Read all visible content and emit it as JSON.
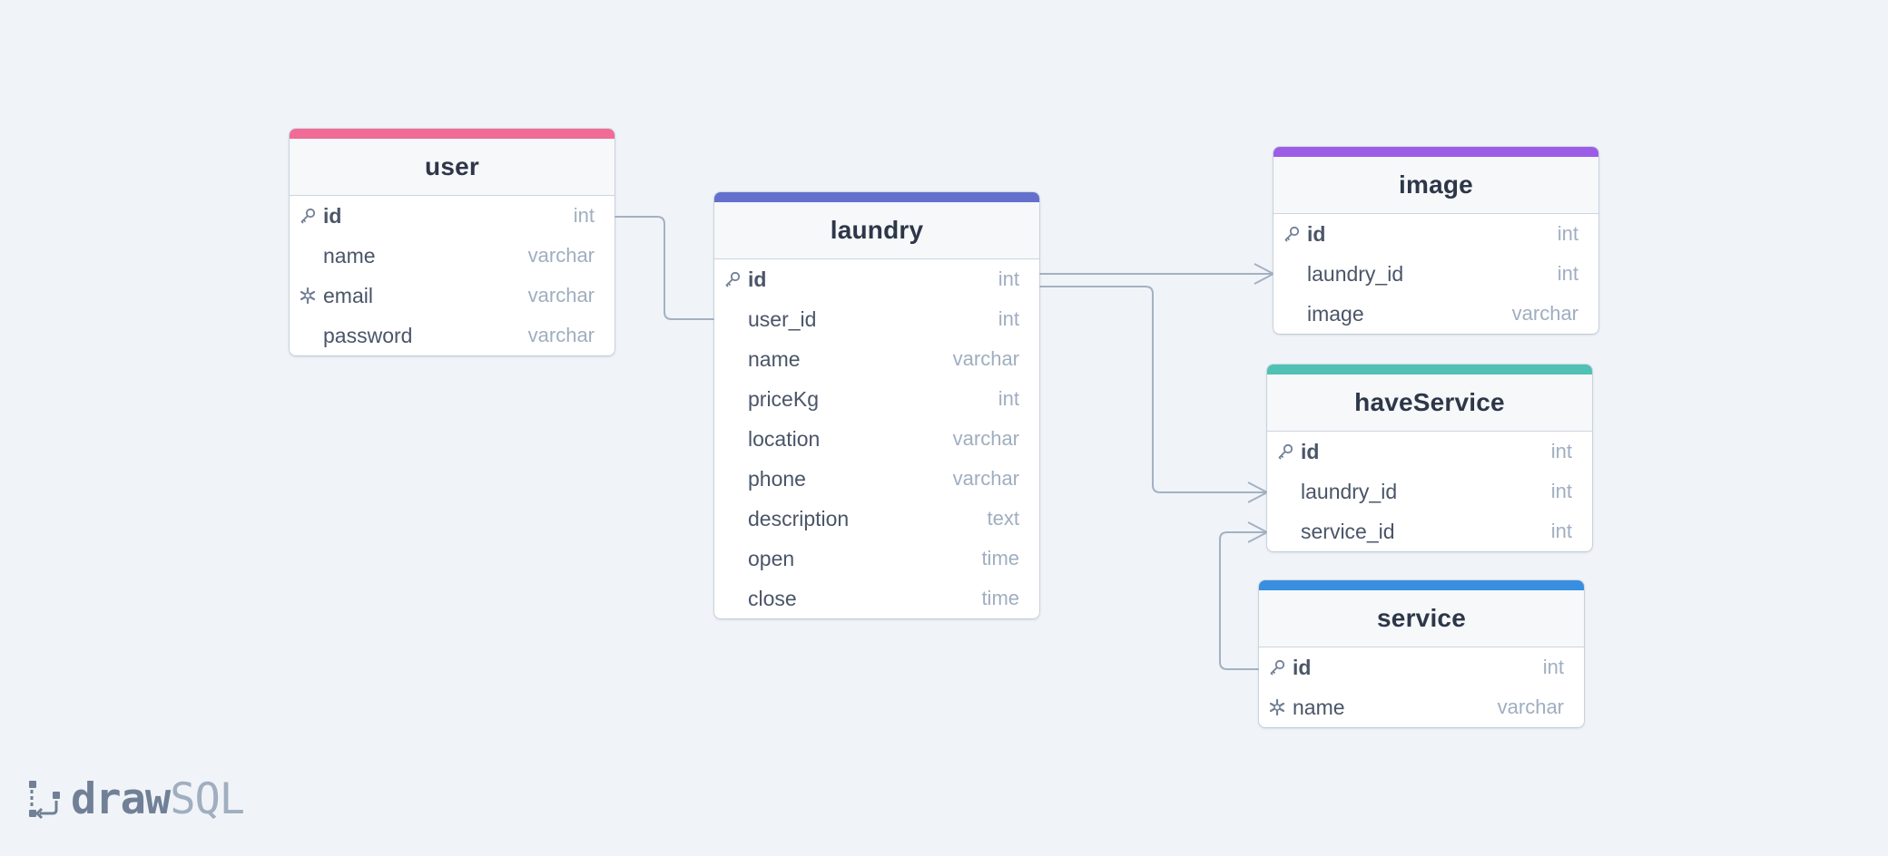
{
  "colors": {
    "background": "#f0f4f8",
    "connector": "#a3b1c2",
    "user": "#f06b95",
    "laundry": "#6470cc",
    "image": "#9b5de5",
    "haveService": "#4fc1b5",
    "service": "#3a8ee0"
  },
  "tables": {
    "user": {
      "name": "user",
      "columns": [
        {
          "name": "id",
          "type": "int",
          "icon": "key-icon"
        },
        {
          "name": "name",
          "type": "varchar",
          "icon": ""
        },
        {
          "name": "email",
          "type": "varchar",
          "icon": "unique-icon"
        },
        {
          "name": "password",
          "type": "varchar",
          "icon": ""
        }
      ]
    },
    "laundry": {
      "name": "laundry",
      "columns": [
        {
          "name": "id",
          "type": "int",
          "icon": "key-icon"
        },
        {
          "name": "user_id",
          "type": "int",
          "icon": ""
        },
        {
          "name": "name",
          "type": "varchar",
          "icon": ""
        },
        {
          "name": "priceKg",
          "type": "int",
          "icon": ""
        },
        {
          "name": "location",
          "type": "varchar",
          "icon": ""
        },
        {
          "name": "phone",
          "type": "varchar",
          "icon": ""
        },
        {
          "name": "description",
          "type": "text",
          "icon": ""
        },
        {
          "name": "open",
          "type": "time",
          "icon": ""
        },
        {
          "name": "close",
          "type": "time",
          "icon": ""
        }
      ]
    },
    "image": {
      "name": "image",
      "columns": [
        {
          "name": "id",
          "type": "int",
          "icon": "key-icon"
        },
        {
          "name": "laundry_id",
          "type": "int",
          "icon": ""
        },
        {
          "name": "image",
          "type": "varchar",
          "icon": ""
        }
      ]
    },
    "haveService": {
      "name": "haveService",
      "columns": [
        {
          "name": "id",
          "type": "int",
          "icon": "key-icon"
        },
        {
          "name": "laundry_id",
          "type": "int",
          "icon": ""
        },
        {
          "name": "service_id",
          "type": "int",
          "icon": ""
        }
      ]
    },
    "service": {
      "name": "service",
      "columns": [
        {
          "name": "id",
          "type": "int",
          "icon": "key-icon"
        },
        {
          "name": "name",
          "type": "varchar",
          "icon": "unique-icon"
        }
      ]
    }
  },
  "relations": [
    {
      "from": "user.id",
      "to": "laundry.user_id"
    },
    {
      "from": "laundry.id",
      "to": "image.laundry_id"
    },
    {
      "from": "laundry.id",
      "to": "haveService.laundry_id"
    },
    {
      "from": "service.id",
      "to": "haveService.service_id"
    }
  ],
  "logo": {
    "part1": "draw",
    "part2": "SQL"
  }
}
